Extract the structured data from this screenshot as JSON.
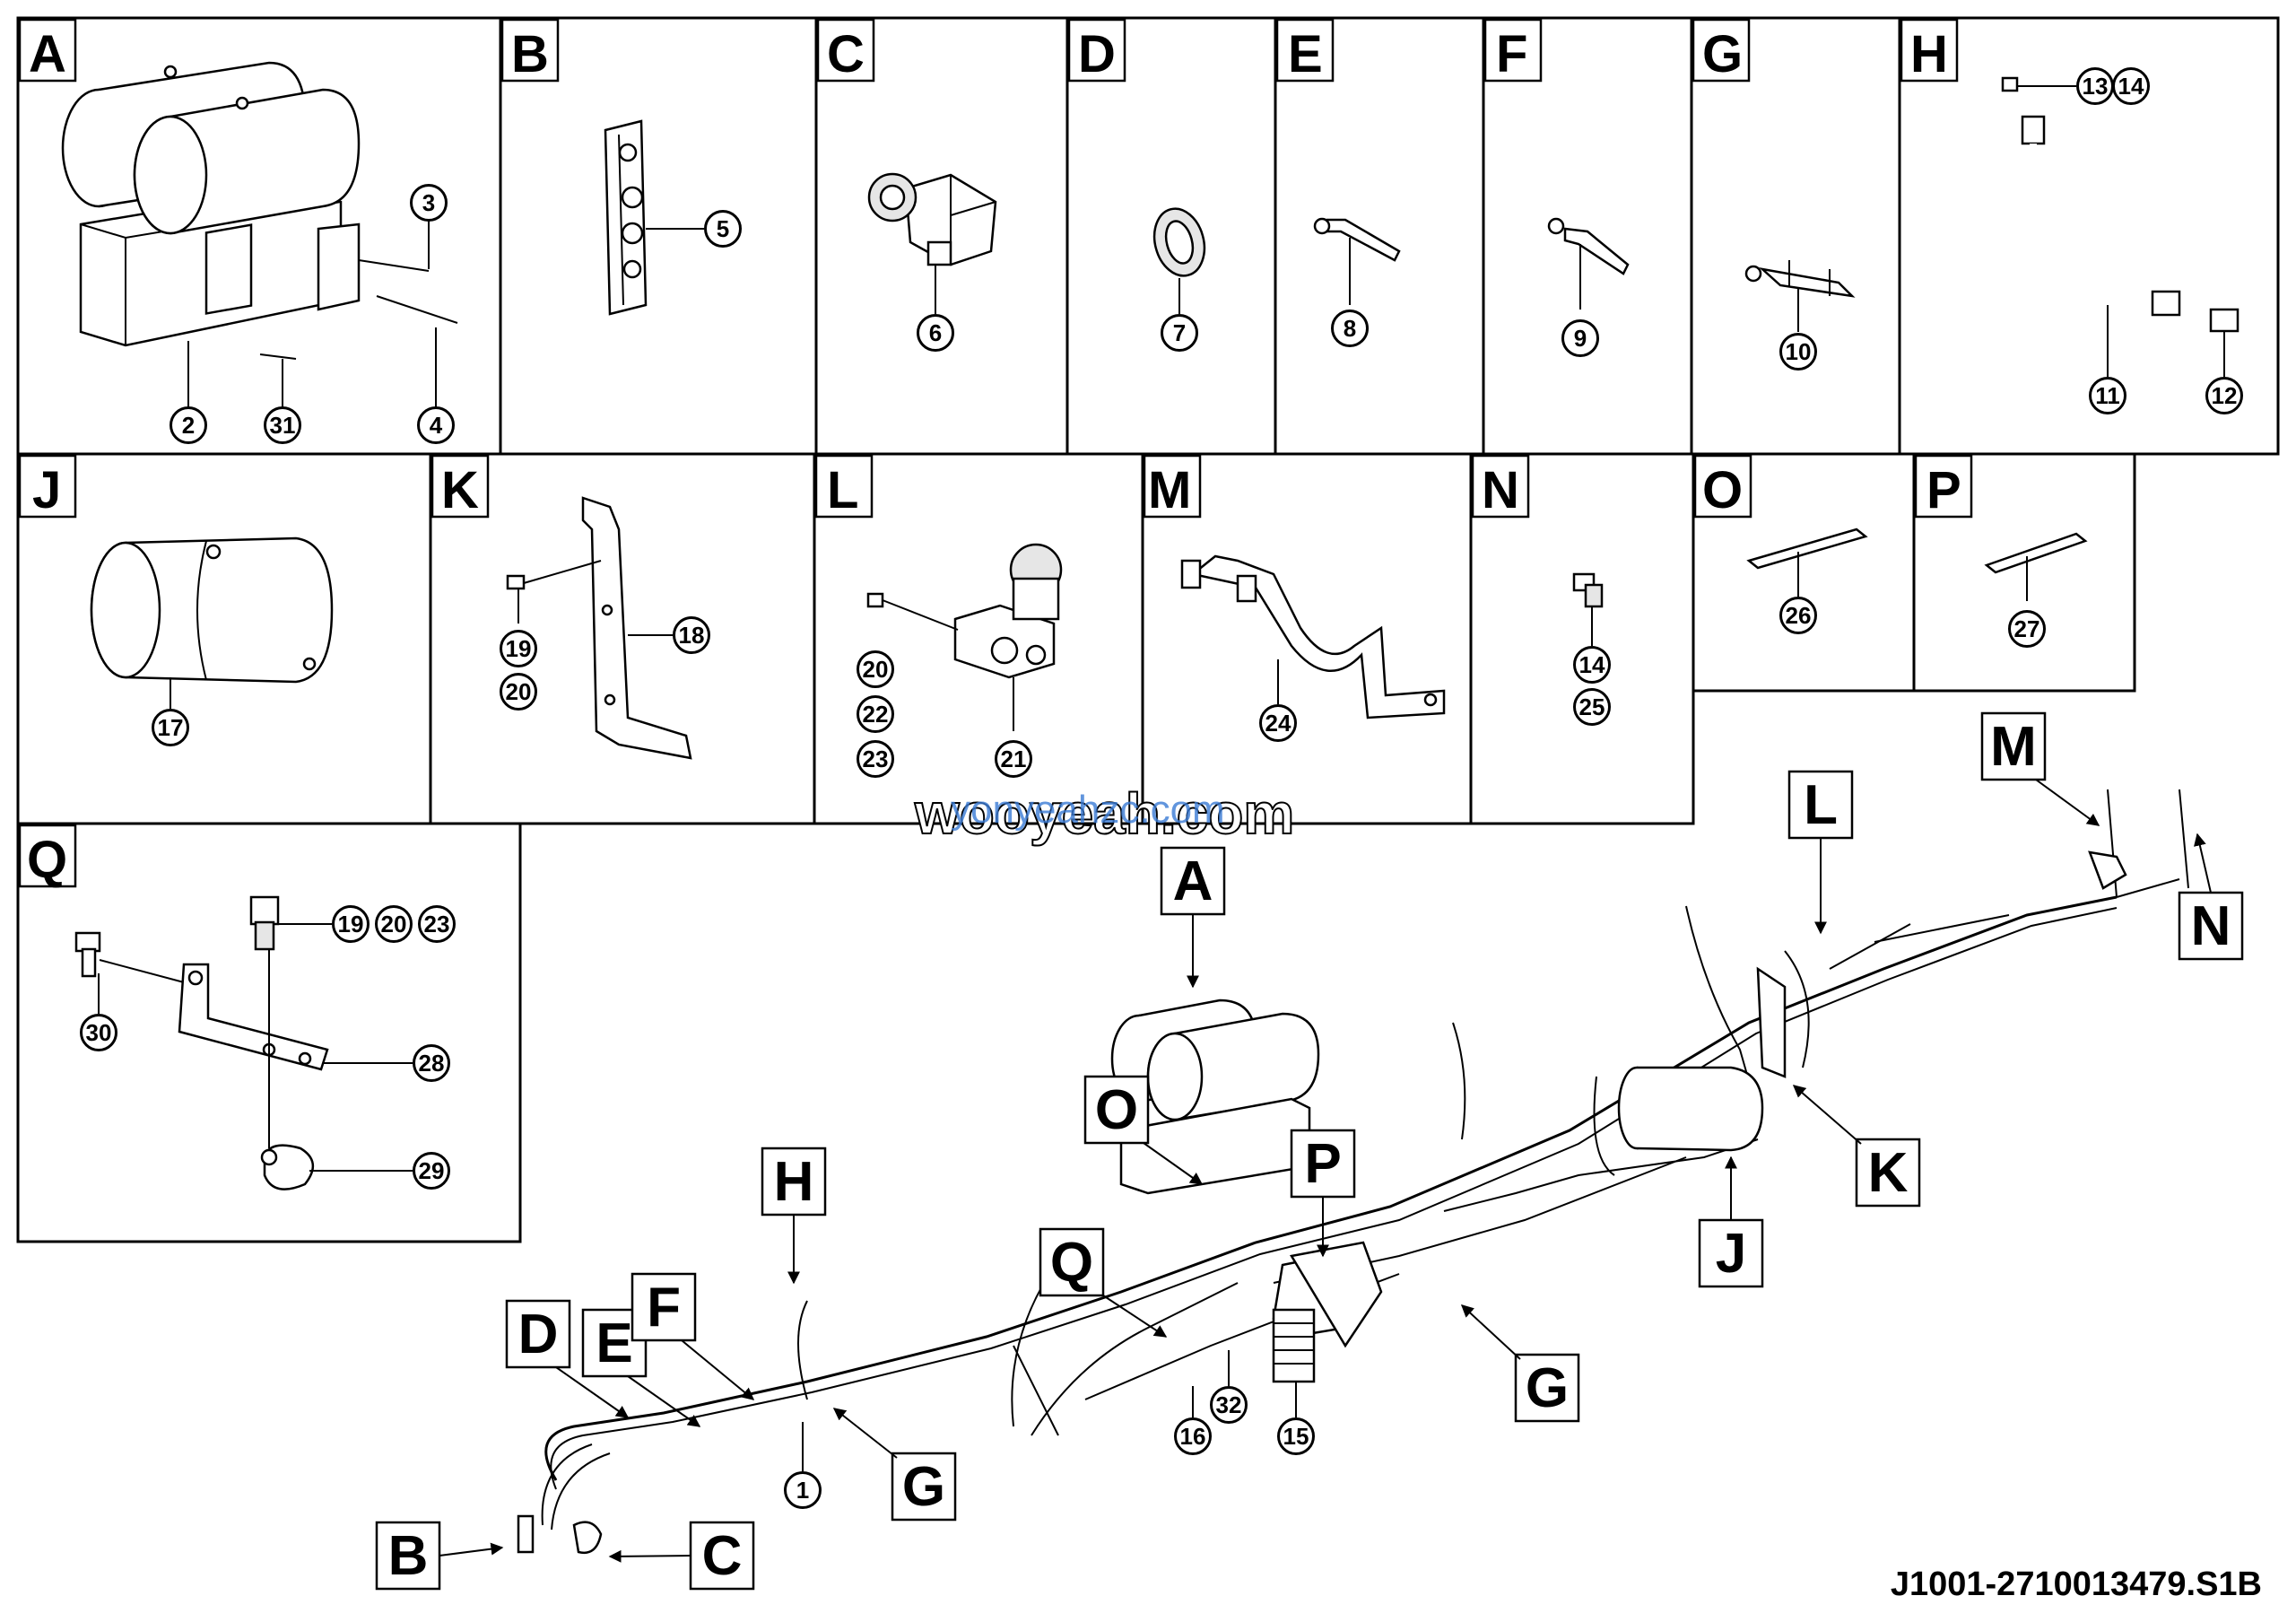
{
  "document_id": "J1001-2710013479.S1B",
  "watermark": {
    "main": "wooyeah.com",
    "overlay": "yonyeahzc.com"
  },
  "panels": [
    {
      "letter": "A",
      "callouts": [
        "3",
        "2",
        "31",
        "4"
      ]
    },
    {
      "letter": "B",
      "callouts": [
        "5"
      ]
    },
    {
      "letter": "C",
      "callouts": [
        "6"
      ]
    },
    {
      "letter": "D",
      "callouts": [
        "7"
      ]
    },
    {
      "letter": "E",
      "callouts": [
        "8"
      ]
    },
    {
      "letter": "F",
      "callouts": [
        "9"
      ]
    },
    {
      "letter": "G",
      "callouts": [
        "10"
      ]
    },
    {
      "letter": "H",
      "callouts": [
        "13",
        "14",
        "11",
        "12"
      ]
    },
    {
      "letter": "J",
      "callouts": [
        "17"
      ]
    },
    {
      "letter": "K",
      "callouts": [
        "19",
        "20",
        "18"
      ]
    },
    {
      "letter": "L",
      "callouts": [
        "20",
        "22",
        "23",
        "21"
      ]
    },
    {
      "letter": "M",
      "callouts": [
        "24"
      ]
    },
    {
      "letter": "N",
      "callouts": [
        "14",
        "25"
      ]
    },
    {
      "letter": "O",
      "callouts": [
        "26"
      ]
    },
    {
      "letter": "P",
      "callouts": [
        "27"
      ]
    },
    {
      "letter": "Q",
      "callouts": [
        "19",
        "20",
        "23",
        "30",
        "28",
        "29"
      ]
    }
  ],
  "overview": {
    "labels": [
      "A",
      "B",
      "C",
      "D",
      "E",
      "F",
      "G",
      "G",
      "H",
      "J",
      "K",
      "L",
      "M",
      "N",
      "O",
      "P",
      "Q"
    ],
    "callouts": [
      "1",
      "16",
      "32",
      "15"
    ]
  }
}
